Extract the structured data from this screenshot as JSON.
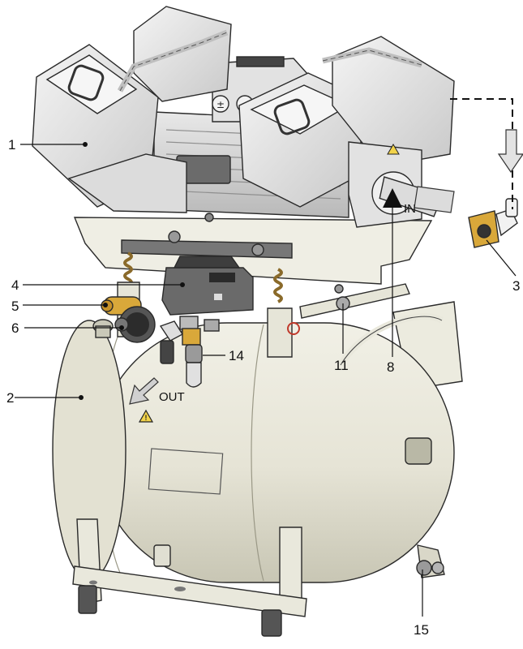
{
  "callouts": {
    "c1": "1",
    "c2": "2",
    "c3": "3",
    "c4": "4",
    "c5": "5",
    "c6": "6",
    "c8": "8",
    "c11": "11",
    "c14": "14",
    "c15": "15"
  },
  "flow": {
    "inlet": "IN",
    "outlet": "OUT"
  },
  "colors": {
    "body": "#e9e8dc",
    "body_shadow": "#c9c7b6",
    "metal": "#d8d8d8",
    "dark": "#4a4a4a",
    "brass": "#d9a83a",
    "spring": "#8a6a2a"
  }
}
